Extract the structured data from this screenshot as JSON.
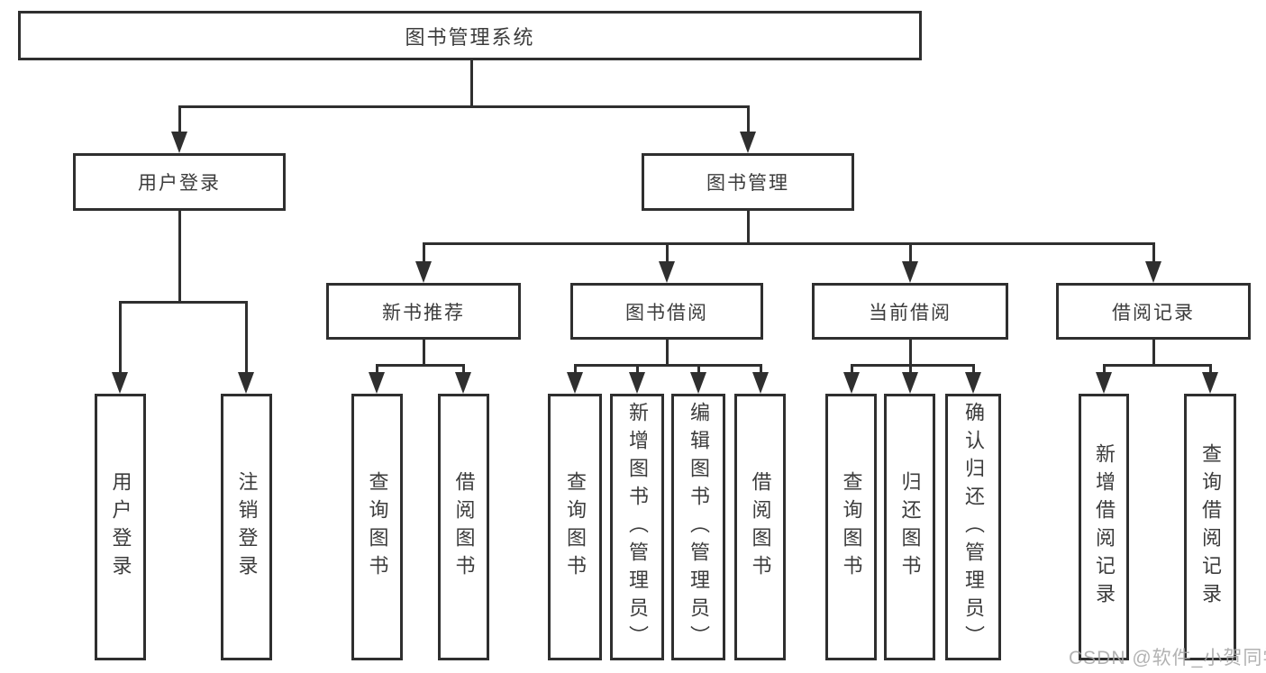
{
  "diagram": {
    "root": {
      "label": "图书管理系统"
    },
    "level2": [
      {
        "label": "用户登录"
      },
      {
        "label": "图书管理"
      }
    ],
    "level3": [
      {
        "label": "新书推荐"
      },
      {
        "label": "图书借阅"
      },
      {
        "label": "当前借阅"
      },
      {
        "label": "借阅记录"
      }
    ],
    "leaves": [
      {
        "label": "用户登录"
      },
      {
        "label": "注销登录"
      },
      {
        "label": "查询图书"
      },
      {
        "label": "借阅图书"
      },
      {
        "label": "查询图书"
      },
      {
        "label": "新增图书（管理员）"
      },
      {
        "label": "编辑图书（管理员）"
      },
      {
        "label": "借阅图书"
      },
      {
        "label": "查询图书"
      },
      {
        "label": "归还图书"
      },
      {
        "label": "确认归还（管理员）"
      },
      {
        "label": "新增借阅记录"
      },
      {
        "label": "查询借阅记录"
      }
    ],
    "watermark": "CSDN @软件_小贺同学",
    "colors": {
      "line": "#2f2f2f",
      "text": "#3c3c3c",
      "watermark": "#a5a5a5",
      "background": "#ffffff"
    }
  }
}
